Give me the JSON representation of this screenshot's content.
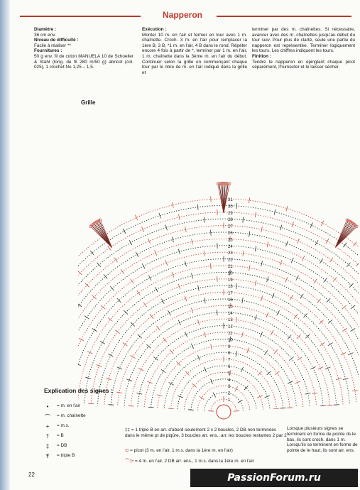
{
  "header": {
    "title": "Napperon"
  },
  "col1": {
    "diam_hd": "Diamètre :",
    "diam": "36 cm env.",
    "level_hd": "Niveau de difficulté :",
    "level": "Facile à réaliser **",
    "supplies_hd": "Fournitures :",
    "supplies": "50 g env. fil de coton MANUELA 10 de Schoeller & Stahl (long. de fil 280 m/50 g) abricot (col. 025), 1 crochet No 1,25 – 1,5."
  },
  "col2": {
    "exec_hd": "Exécution :",
    "exec": "Monter 10 m. en l'air et fermer en tour avec 1 m. chaînette. Croch. 3 m. en l'air pour remplacer la 1ère B, 3 B, *1 m. en l'air, 4 B dans le rond. Répéter encore 4 fois à partir de *, terminer par 1 m. en l'air, 1 m. chaînette dans la 3ème m. en l'air du début. Continuer selon la grille en commençant chaque tour par le nbre de m. en l'air indiqué dans la grille et"
  },
  "col3": {
    "cont": "terminer par des m. chaînettes. Si nécessaire, avancer avec des m. chaînettes jusqu'au début du tour suiv. Pour plus de clarté, seule une partie du napperon est représentée. Terminer logiquement les tours. Les chiffres indiquent les tours.",
    "finish_hd": "Finition :",
    "finish": "Tendre le napperon en épinglant chaque picot séparément, l'humecter et le laisser sécher."
  },
  "grille_label": "Grille",
  "round_numbers": [
    "31",
    "30",
    "29",
    "28",
    "27",
    "26",
    "25",
    "24",
    "23",
    "22",
    "21",
    "20",
    "19",
    "18",
    "17",
    "16",
    "15",
    "14",
    "13",
    "12",
    "11",
    "10",
    "9",
    "8",
    "7",
    "6",
    "5",
    "4",
    "3",
    "2",
    "1"
  ],
  "legend": {
    "title": "Explication des signes :",
    "items": [
      {
        "sym": "•",
        "label": "= m. en l'air"
      },
      {
        "sym": "⌒",
        "label": "= m. chaînette"
      },
      {
        "sym": "+",
        "label": "= m.s."
      },
      {
        "sym": "†",
        "label": "= B"
      },
      {
        "sym": "‡",
        "label": "= DB"
      },
      {
        "sym": "Ŧ",
        "label": "= triple B"
      }
    ]
  },
  "notes": {
    "n1": "= 1 triple B en arr. d'abord seulement 2 x 2 boucles, 2 DB non terminées dans le même pt de piqûre, 3 boucles arr. ens., arr. les boucles restantes 2 par 2",
    "n2": "= picot (3 m. en l'air, 1 m.s. dans la 1ère m. en l'air)",
    "n3": "= 4 m. en l'air, 2 DB arr. ens., 1 m.s. dans la 1ère m. en l'air",
    "n4": "Lorsque plusieurs signes se terminent en forme de pointe ds le bas, ils sont croch. dans 1 m. Lorsqu'ils se terminent en forme de pointe de le haut, ils sont arr. ens."
  },
  "page_number": "22",
  "watermark": "PassionForum.ru",
  "colors": {
    "accent": "#c0392b",
    "ink": "#1a1a1a"
  }
}
